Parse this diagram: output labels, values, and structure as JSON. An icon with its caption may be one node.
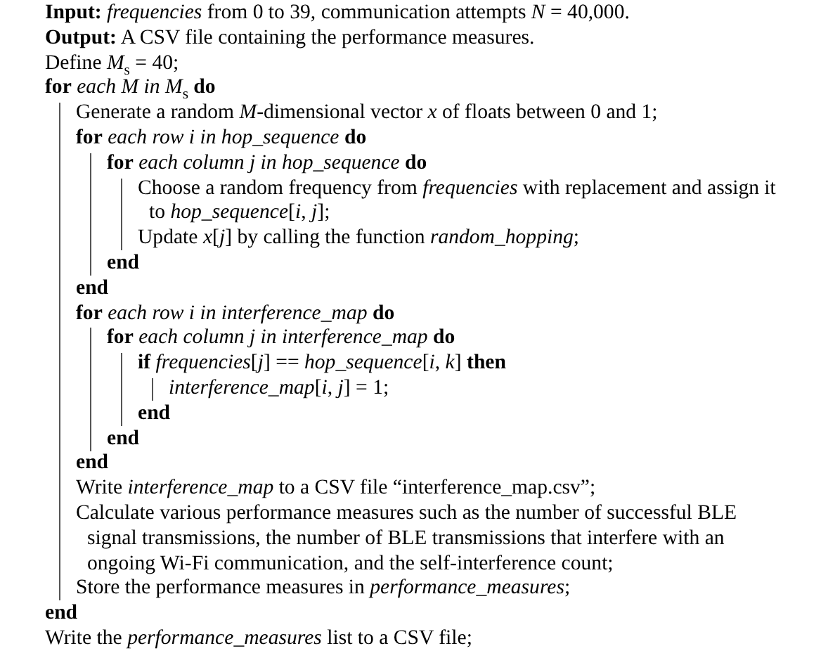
{
  "diagram": {
    "labels": [
      "**Input:** *frequencies* from 0 to 39, communication attempts *N* = 40,000.",
      "**Output:** A CSV file containing the performance measures.",
      "Define *M*$_{s}$ = 40;",
      "**for** *each M in M*$_{s}$ **do**",
      "Generate a random *M*-dimensional vector *x* of floats between 0 and 1;",
      "**for** *each row i in hop_sequence* **do**",
      "**for** *each column j in hop_sequence* **do**",
      "Choose a random frequency from *frequencies* with replacement and assign it to *hop_sequence*[*i*, *j*];",
      "Update *x*[*j*] by calling the function *random_hopping*;",
      "end",
      "end",
      "**for** *each row i in interference_map* **do**",
      "**for** *each column j in interference_map* **do**",
      "**if** *frequencies*[*j*] == *hop_sequence*[*i*, *k*] **then**",
      "*interference_map*[*i*, *j*] = 1;",
      "end",
      "end",
      "end",
      "Write *interference_map* to a CSV file “interference_map.csv”;",
      "Calculate various performance measures such as the number of successful BLE signal transmissions, the number of BLE transmissions that interfere with an ongoing Wi-Fi communication, and the self-interference count;",
      "Store the performance measures in *performance_measures*;",
      "end",
      "Write the *performance_measures* list to a CSV file;"
    ]
  }
}
